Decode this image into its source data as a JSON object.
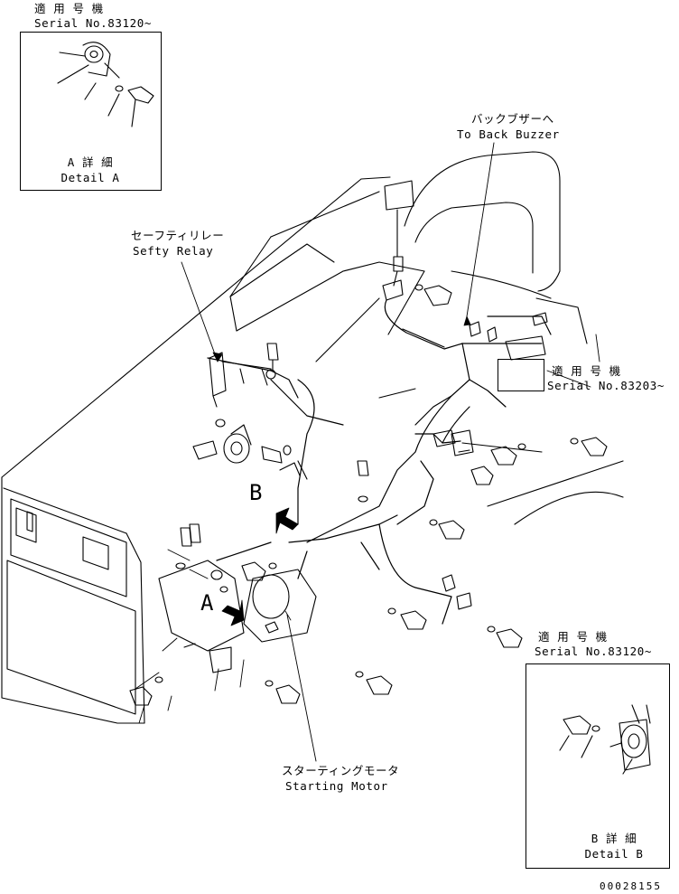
{
  "detail_a": {
    "applicable_jp": "適 用 号 機",
    "serial": "Serial No.83120~",
    "title_jp": "A 詳 細",
    "title_en": "Detail A"
  },
  "back_buzzer": {
    "jp": "バックブザーへ",
    "en": "To Back Buzzer"
  },
  "safety_relay": {
    "jp": "セーフティリレー",
    "en": "Sefty Relay"
  },
  "serial_83203": {
    "applicable_jp": "適 用 号 機",
    "serial": "Serial No.83203~"
  },
  "view_b": "B",
  "view_a": "A",
  "starting_motor": {
    "jp": "スターティングモータ",
    "en": "Starting Motor"
  },
  "detail_b": {
    "applicable_jp": "適 用 号 機",
    "serial": "Serial No.83120~",
    "title_jp": "B 詳 細",
    "title_en": "Detail B"
  },
  "drawing_number": "00028155"
}
